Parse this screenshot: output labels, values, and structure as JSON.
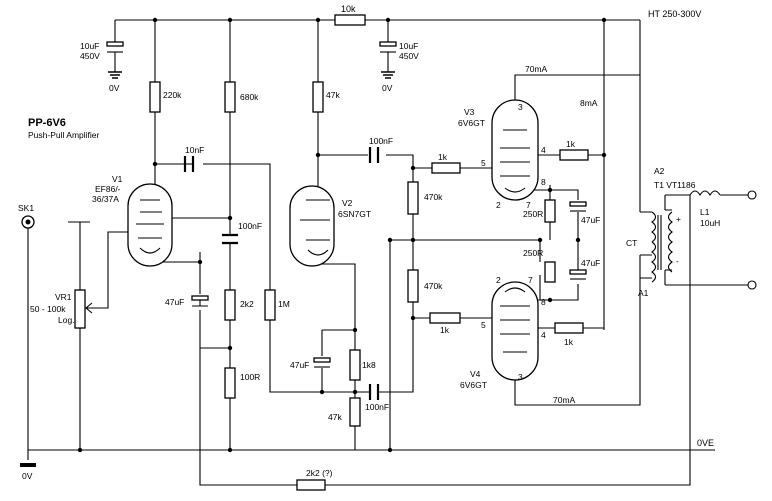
{
  "title": "PP-6V6",
  "subtitle": "Push-Pull Amplifier",
  "supply": {
    "ht": "HT 250-300V",
    "ov": "0VE"
  },
  "labels": {
    "r_ht": "10k",
    "c1": [
      "10uF",
      "450V",
      "0V"
    ],
    "c2": [
      "10uF",
      "450V",
      "0V"
    ],
    "r220k": "220k",
    "r680k": "680k",
    "r47k_top": "47k",
    "c_v1": "10nF",
    "c_100n_v1": "100nF",
    "c47_v1": "47uF",
    "r2k2": "2k2",
    "r100r": "100R",
    "r1m": "1M",
    "c47_v2": "47uF",
    "r1k8": "1k8",
    "r47k_bot": "47k",
    "c_100n_bot": "100nF",
    "c_100n_top": "100nF",
    "r470k_top": "470k",
    "r470k_bot": "470k",
    "r1k_g3": "1k",
    "r1k_g4": "1k",
    "r1k_s3": "1k",
    "r1k_s4": "1k",
    "r250_top": "250R",
    "r250_bot": "250R",
    "c47_a": "47uF",
    "c47_b": "47uF",
    "i70_top": "70mA",
    "i70_bot": "70mA",
    "i8": "8mA",
    "fb": "2k2 (?)",
    "sk1": "SK1",
    "ov_bottom": "0V",
    "vr1": [
      "VR1",
      "50 - 100k",
      "Log."
    ],
    "v1": [
      "V1",
      "EF86/-",
      "36/37A"
    ],
    "v2": [
      "V2",
      "6SN7GT"
    ],
    "v3": [
      "V3",
      "6V6GT"
    ],
    "v4": [
      "V4",
      "6V6GT"
    ],
    "a2": "A2",
    "a1": "A1",
    "ct": "CT",
    "t1": "T1 VT1186",
    "l1": [
      "L1",
      "10uH"
    ],
    "pins": {
      "v3_3": "3",
      "v3_5": "5",
      "v3_4": "4",
      "v3_2": "2",
      "v3_7": "7",
      "v3_8": "8",
      "v4_2": "2",
      "v4_7": "7",
      "v4_8": "8",
      "v4_5": "5",
      "v4_4": "4",
      "v4_3": "3"
    },
    "plus": "+",
    "minus": "-"
  }
}
